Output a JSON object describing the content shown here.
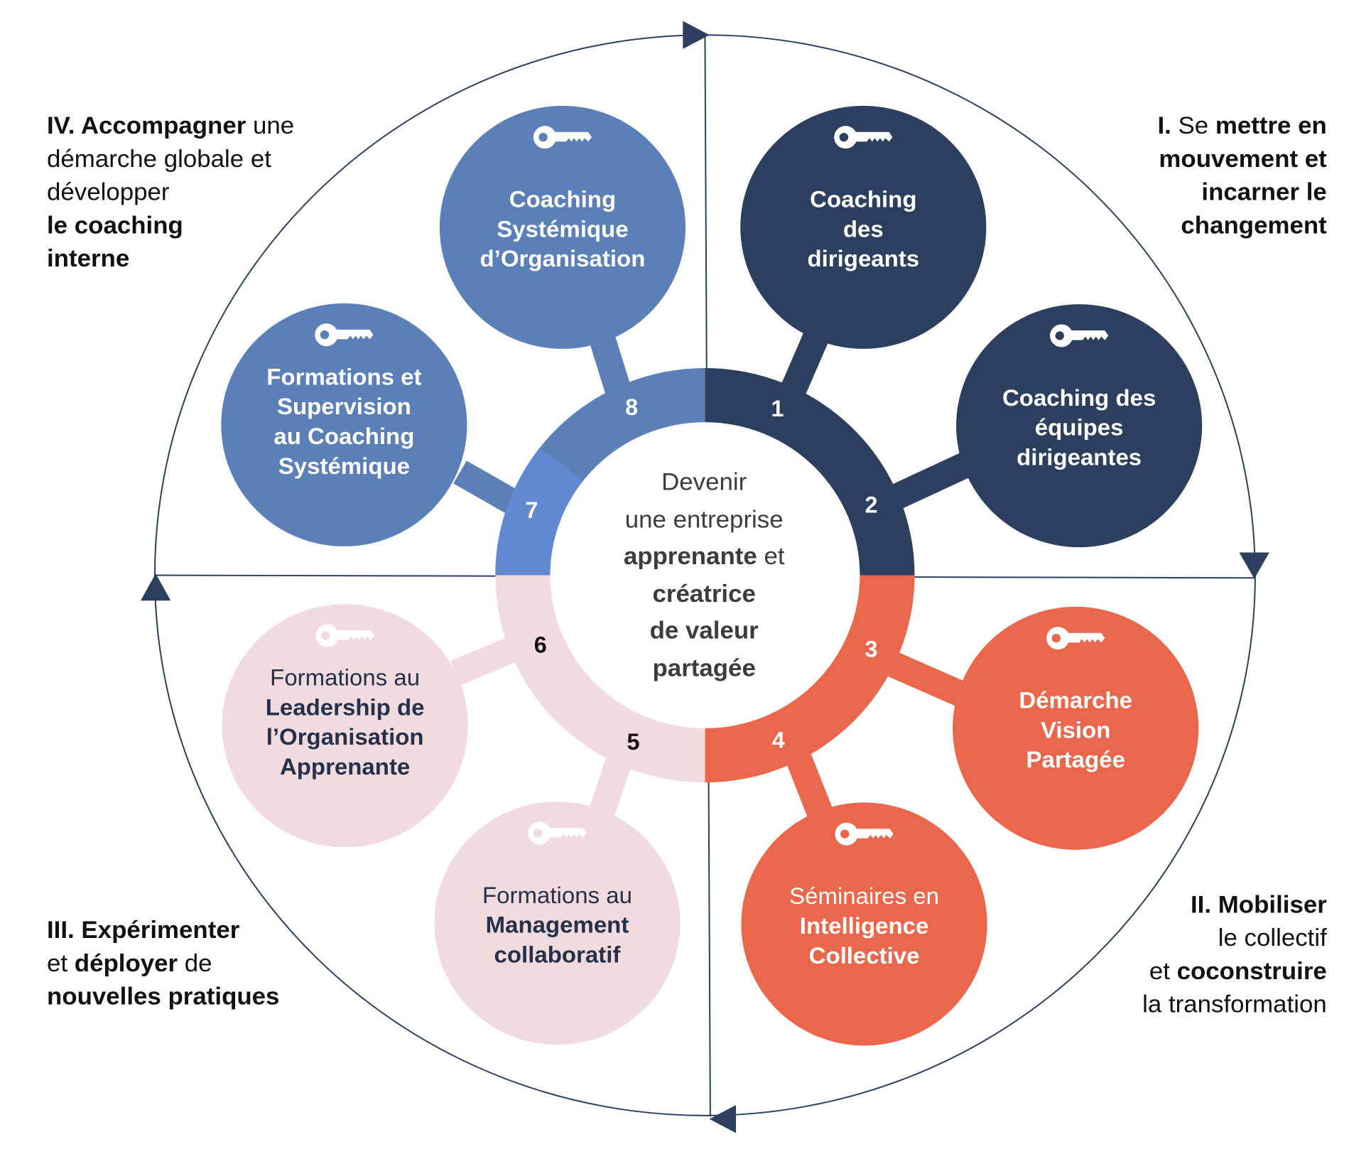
{
  "colors": {
    "navy": "#2c3f5f",
    "orange": "#eb674c",
    "pink": "#f2dbde",
    "blue": "#5a80b7",
    "blue_light": "#6189cf",
    "outline": "#2c3f5f",
    "dark_text": "#25304a"
  },
  "center_text": [
    [
      {
        "t": "Devenir",
        "b": false
      }
    ],
    [
      {
        "t": "une entreprise",
        "b": false
      }
    ],
    [
      {
        "t": "apprenante",
        "b": true
      },
      {
        "t": " et",
        "b": false
      }
    ],
    [
      {
        "t": "créatrice",
        "b": true
      }
    ],
    [
      {
        "t": "de valeur",
        "b": true
      }
    ],
    [
      {
        "t": "partagée",
        "b": true
      }
    ]
  ],
  "quadrants": [
    {
      "id": "I",
      "align": "right",
      "lines": [
        [
          {
            "t": "I.",
            "b": true
          },
          {
            "t": " Se ",
            "b": false
          },
          {
            "t": "mettre en",
            "b": true
          }
        ],
        [
          {
            "t": "mouvement et",
            "b": true
          }
        ],
        [
          {
            "t": "incarner le",
            "b": true
          }
        ],
        [
          {
            "t": "changement",
            "b": true
          }
        ]
      ]
    },
    {
      "id": "II",
      "align": "right",
      "lines": [
        [
          {
            "t": "II. Mobiliser",
            "b": true
          }
        ],
        [
          {
            "t": "le collectif",
            "b": false
          }
        ],
        [
          {
            "t": "et ",
            "b": false
          },
          {
            "t": "coconstruire",
            "b": true
          }
        ],
        [
          {
            "t": "la transformation",
            "b": false
          }
        ]
      ]
    },
    {
      "id": "III",
      "align": "left",
      "lines": [
        [
          {
            "t": "III. Expérimenter",
            "b": true
          }
        ],
        [
          {
            "t": "et ",
            "b": false
          },
          {
            "t": "déployer",
            "b": true
          },
          {
            "t": " de",
            "b": false
          }
        ],
        [
          {
            "t": "nouvelles pratiques",
            "b": true
          }
        ]
      ]
    },
    {
      "id": "IV",
      "align": "left",
      "lines": [
        [
          {
            "t": "IV. Accompagner",
            "b": true
          },
          {
            "t": " une",
            "b": false
          }
        ],
        [
          {
            "t": "démarche globale et",
            "b": false
          }
        ],
        [
          {
            "t": "développer",
            "b": false
          }
        ],
        [
          {
            "t": "le coaching",
            "b": true
          }
        ],
        [
          {
            "t": "interne",
            "b": true
          }
        ]
      ]
    }
  ],
  "steps": [
    {
      "number": "1",
      "color": "navy",
      "icon": "key-icon",
      "lines": [
        [
          {
            "t": "Coaching",
            "b": true
          }
        ],
        [
          {
            "t": "des",
            "b": true
          }
        ],
        [
          {
            "t": "dirigeants",
            "b": true
          }
        ]
      ]
    },
    {
      "number": "2",
      "color": "navy",
      "icon": "key-icon",
      "lines": [
        [
          {
            "t": "Coaching des",
            "b": true
          }
        ],
        [
          {
            "t": "équipes",
            "b": true
          }
        ],
        [
          {
            "t": "dirigeantes",
            "b": true
          }
        ]
      ]
    },
    {
      "number": "3",
      "color": "orange",
      "icon": "key-icon",
      "lines": [
        [
          {
            "t": "Démarche",
            "b": true
          }
        ],
        [
          {
            "t": "Vision",
            "b": true
          }
        ],
        [
          {
            "t": "Partagée",
            "b": true
          }
        ]
      ]
    },
    {
      "number": "4",
      "color": "orange",
      "icon": "key-icon",
      "lines": [
        [
          {
            "t": "Séminaires en",
            "b": false
          }
        ],
        [
          {
            "t": "Intelligence",
            "b": true
          }
        ],
        [
          {
            "t": "Collective",
            "b": true
          }
        ]
      ]
    },
    {
      "number": "5",
      "color": "pink",
      "icon": "key-icon",
      "lines": [
        [
          {
            "t": "Formations au",
            "b": false
          }
        ],
        [
          {
            "t": "Management",
            "b": true
          }
        ],
        [
          {
            "t": "collaboratif",
            "b": true
          }
        ]
      ]
    },
    {
      "number": "6",
      "color": "pink",
      "icon": "key-icon",
      "lines": [
        [
          {
            "t": "Formations au",
            "b": false
          }
        ],
        [
          {
            "t": "Leadership de",
            "b": true
          }
        ],
        [
          {
            "t": "l’Organisation",
            "b": true
          }
        ],
        [
          {
            "t": "Apprenante",
            "b": true
          }
        ]
      ]
    },
    {
      "number": "7",
      "color": "blue",
      "icon": "key-icon",
      "lines": [
        [
          {
            "t": "Formations et",
            "b": true
          }
        ],
        [
          {
            "t": "Supervision",
            "b": true
          }
        ],
        [
          {
            "t": "au Coaching",
            "b": true
          }
        ],
        [
          {
            "t": "Systémique",
            "b": true
          }
        ]
      ]
    },
    {
      "number": "8",
      "color": "blue",
      "icon": "key-icon",
      "lines": [
        [
          {
            "t": "Coaching",
            "b": true
          }
        ],
        [
          {
            "t": "Systémique",
            "b": true
          }
        ],
        [
          {
            "t": "d’Organisation",
            "b": true
          }
        ]
      ]
    }
  ]
}
